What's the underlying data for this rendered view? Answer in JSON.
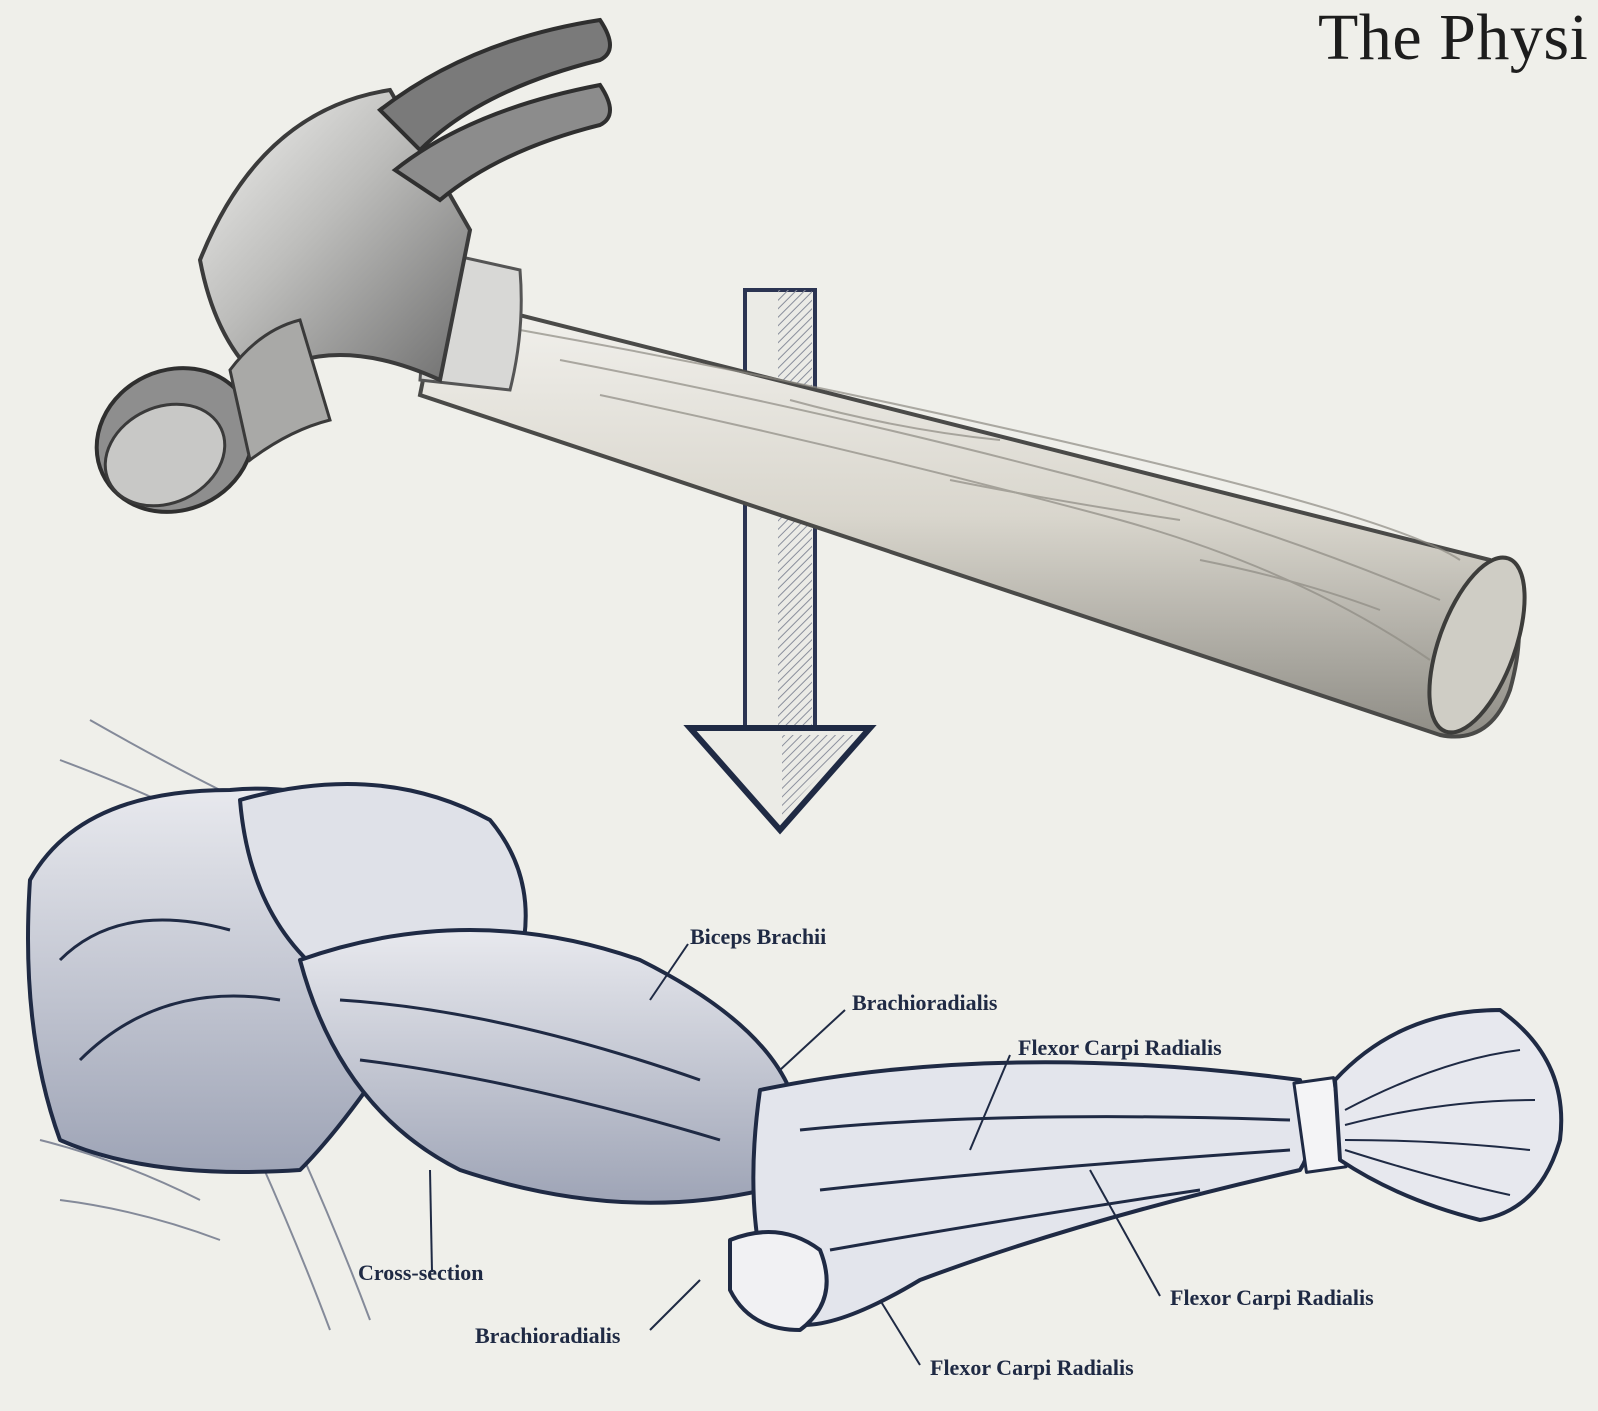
{
  "title": "The Physi",
  "labels": [
    "Biceps Brachii",
    "Brachioradialis",
    "Flexor Carpi Radialis",
    "Cross-section",
    "Flexor Carpi Radialis",
    "Brachioradialis",
    "Flexor Carpi Radialis"
  ],
  "colors": {
    "background": "#efefea",
    "ink": "#1f2a44",
    "steel": "#9c9c9c",
    "wood": "#d6d3c9"
  }
}
